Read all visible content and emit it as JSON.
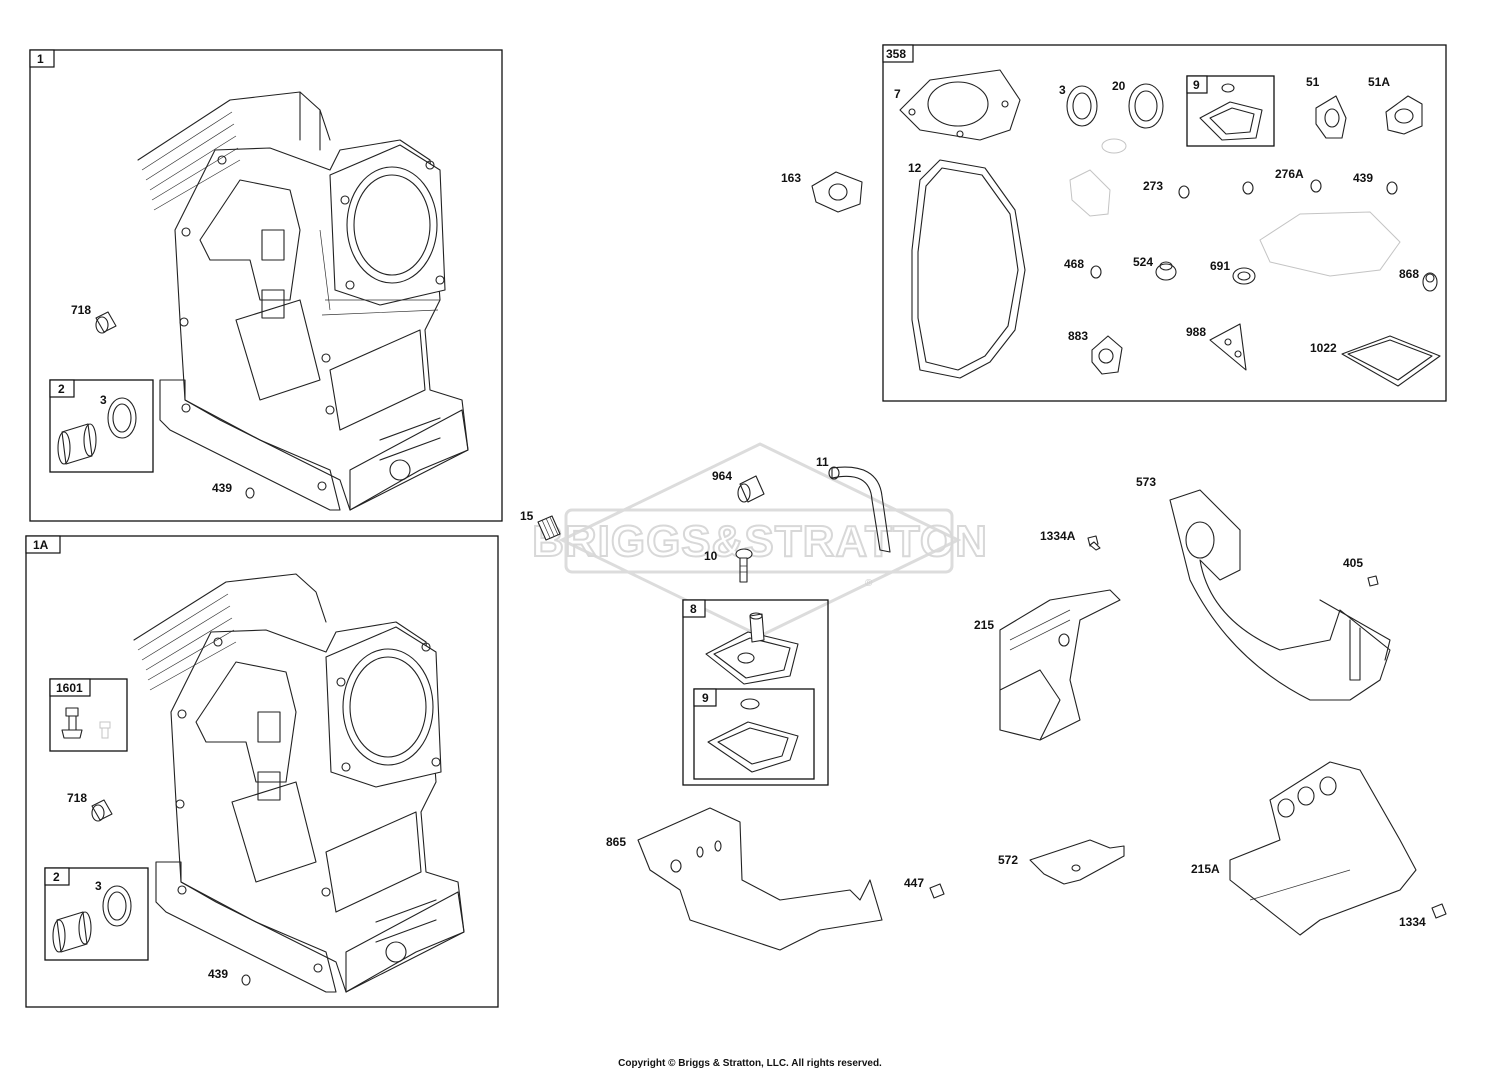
{
  "boxes": {
    "box_1": "1",
    "box_1a": "1A",
    "box_2_top": "2",
    "box_2_bottom": "2",
    "box_1601": "1601",
    "box_358": "358",
    "box_9_gasket": "9",
    "box_8": "8",
    "box_9_cover": "9"
  },
  "labels": {
    "p718_top": "718",
    "p3_top": "3",
    "p439_top": "439",
    "p718_bottom": "718",
    "p3_bottom": "3",
    "p439_bottom": "439",
    "p7": "7",
    "p3_kit": "3",
    "p20": "20",
    "p51": "51",
    "p51a": "51A",
    "p12": "12",
    "p273": "273",
    "p276a": "276A",
    "p439_kit": "439",
    "p468": "468",
    "p524": "524",
    "p691": "691",
    "p868": "868",
    "p883": "883",
    "p988": "988",
    "p1022": "1022",
    "p163": "163",
    "p964": "964",
    "p11": "11",
    "p15": "15",
    "p10": "10",
    "p573": "573",
    "p1334a": "1334A",
    "p405": "405",
    "p215": "215",
    "p865": "865",
    "p447": "447",
    "p572": "572",
    "p215a": "215A",
    "p1334": "1334"
  },
  "watermark": {
    "brand": "BRIGGS&STRATTON",
    "registered": "®"
  },
  "copyright": "Copyright © Briggs & Stratton, LLC. All rights reserved."
}
